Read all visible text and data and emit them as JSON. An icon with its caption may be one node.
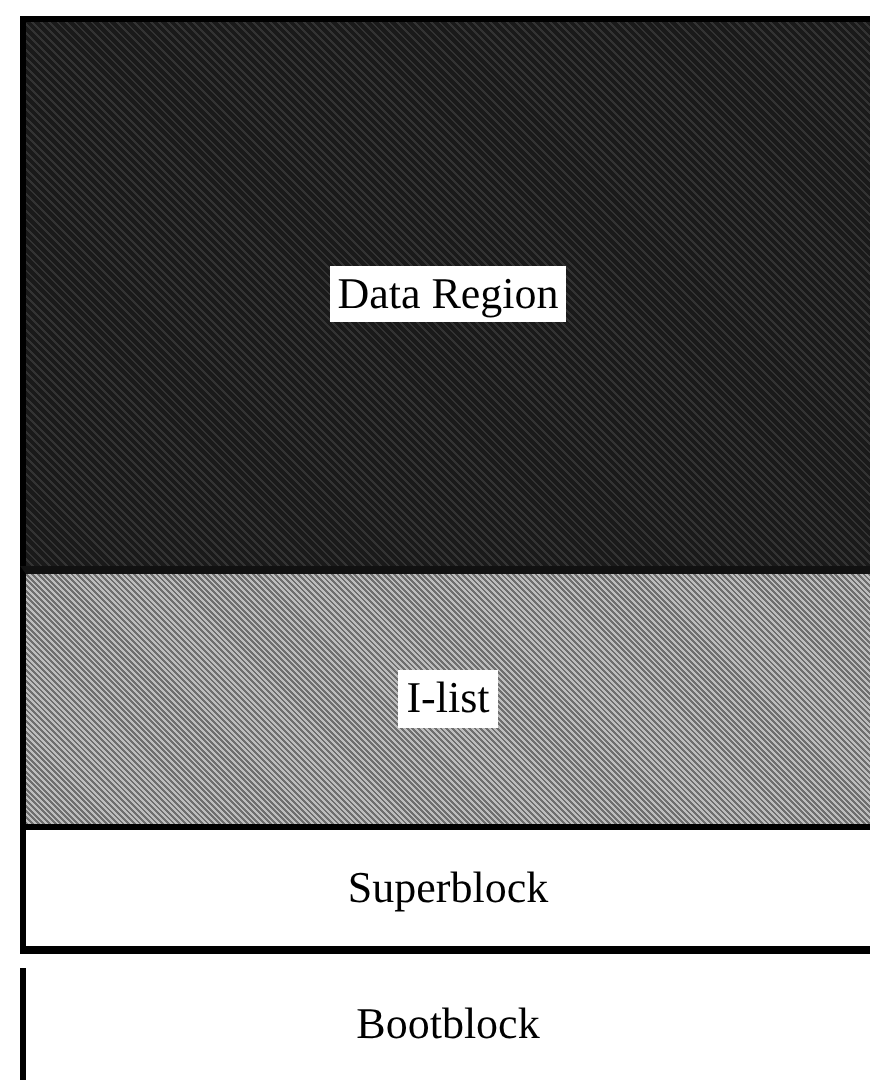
{
  "diagram": {
    "nodes": [
      {
        "text": [
          "Data Region"
        ]
      },
      {
        "text": [
          "I-list"
        ]
      },
      {
        "text": [
          "Superblock"
        ]
      },
      {
        "text": [
          "Bootblock"
        ]
      }
    ]
  }
}
